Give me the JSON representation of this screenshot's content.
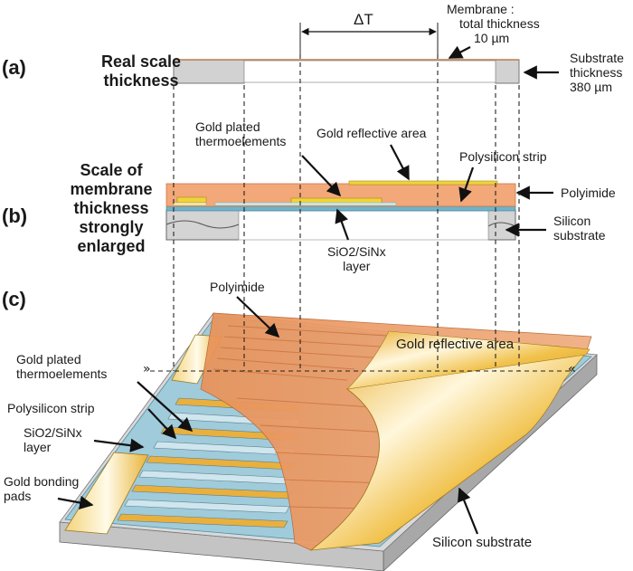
{
  "panels": {
    "a": {
      "tag": "(a)",
      "heading": [
        "Real scale",
        "thickness"
      ]
    },
    "b": {
      "tag": "(b)",
      "heading": [
        "Scale of",
        "membrane",
        "thickness",
        "strongly",
        "enlarged"
      ]
    },
    "c": {
      "tag": "(c)"
    }
  },
  "delta_t": "ΔT",
  "cut_marks": {
    "left": "»",
    "right": "«"
  },
  "labels_a": {
    "membrane": [
      "Membrane :",
      "total thickness",
      "10 µm"
    ],
    "substrate": [
      "Substrate",
      "thickness",
      "380 µm"
    ]
  },
  "labels_b": {
    "gold_plated": [
      "Gold plated",
      "thermoelements"
    ],
    "gold_reflective": "Gold reflective area",
    "polysilicon": "Polysilicon strip",
    "polyimide": "Polyimide",
    "silicon": [
      "Silicon",
      "substrate"
    ],
    "sio2": [
      "SiO2/SiNx",
      "layer"
    ]
  },
  "labels_c": {
    "polyimide": "Polyimide",
    "gold_reflective": "Gold reflective area",
    "gold_plated": [
      "Gold plated",
      "thermoelements"
    ],
    "polysilicon": "Polysilicon strip",
    "sio2": [
      "SiO2/SiNx",
      "layer"
    ],
    "bonding": [
      "Gold bonding",
      "pads"
    ],
    "silicon": "Silicon substrate"
  },
  "colors": {
    "polyimide": "#f2a878",
    "gold": "#e7b93a",
    "gold_light": "#fbe6a0",
    "oxide": "#8fc3d6",
    "silicon_top": "#d4d4d4",
    "silicon_side": "#a9a9a9"
  }
}
